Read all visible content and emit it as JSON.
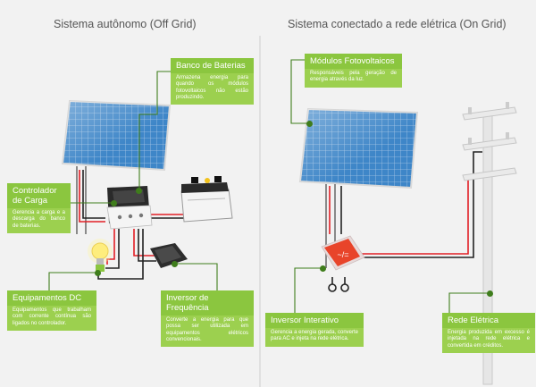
{
  "titles": {
    "left": "Sistema autônomo (Off Grid)",
    "right": "Sistema conectado a rede elétrica (On Grid)"
  },
  "callouts": {
    "bateria": {
      "title": "Banco de Baterias",
      "text": "Armazena energia para quando os módulos fotovoltaicos não estão produzindo."
    },
    "controlador": {
      "title": "Controlador de Carga",
      "text": "Gerencia a carga e a descarga do banco de baterias."
    },
    "equipamentos": {
      "title": "Equipamentos DC",
      "text": "Equipamentos que trabalham com corrente contínua são ligados no controlador."
    },
    "inversor_freq": {
      "title": "Inversor de Frequência",
      "text": "Converte a energia para que possa ser utilizada em equipamentos elétricos convencionais."
    },
    "modulos": {
      "title": "Módulos Fotovoltaicos",
      "text": "Responsáveis pela geração de energia através da luz."
    },
    "inversor_int": {
      "title": "Inversor Interativo",
      "text": "Gerencia a energia gerada, converte para AC e injeta na rede elétrica."
    },
    "rede": {
      "title": "Rede Elétrica",
      "text": "Energia produzida em excesso é injetada na rede elétrica e convertida em créditos."
    }
  },
  "colors": {
    "callout_header": "#8bc63f",
    "callout_body": "#9cd04f",
    "wire_red": "#e21f26",
    "wire_black": "#222222",
    "panel_blue": "#3e86c8"
  }
}
